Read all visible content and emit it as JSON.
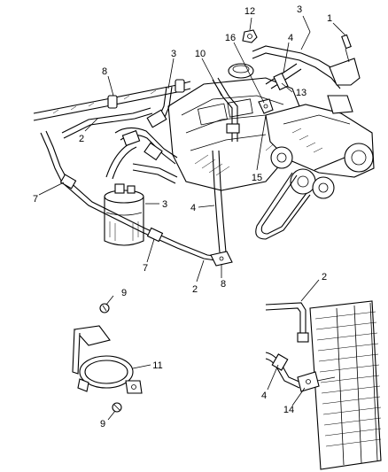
{
  "diagram": {
    "callouts": [
      "1",
      "2",
      "2",
      "2",
      "3",
      "3",
      "3",
      "4",
      "4",
      "4",
      "7",
      "7",
      "8",
      "8",
      "9",
      "9",
      "10",
      "11",
      "12",
      "13",
      "14",
      "15",
      "16"
    ]
  }
}
